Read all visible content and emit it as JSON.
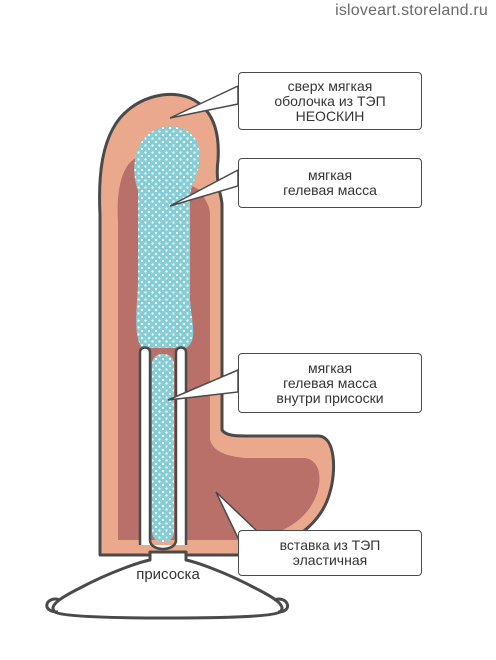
{
  "watermark": "isloveart.storeland.ru",
  "callouts": [
    {
      "lines": [
        "сверх мягкая",
        "оболочка из ТЭП",
        "НЕОСКИН"
      ]
    },
    {
      "lines": [
        "мягкая",
        "гелевая масса"
      ]
    },
    {
      "lines": [
        "мягкая",
        "гелевая масса",
        "внутри присоски"
      ]
    },
    {
      "lines": [
        "вставка из ТЭП",
        "эластичная"
      ]
    }
  ],
  "suction_label": "присоска",
  "colors": {
    "outer_shell": "#eaa98c",
    "outer_outline": "#4a4a4a",
    "inner_insert": "#b87068",
    "gel": "#86cdd6",
    "gel_dots": "#ffffff",
    "suction_cup": "#ffffff"
  }
}
